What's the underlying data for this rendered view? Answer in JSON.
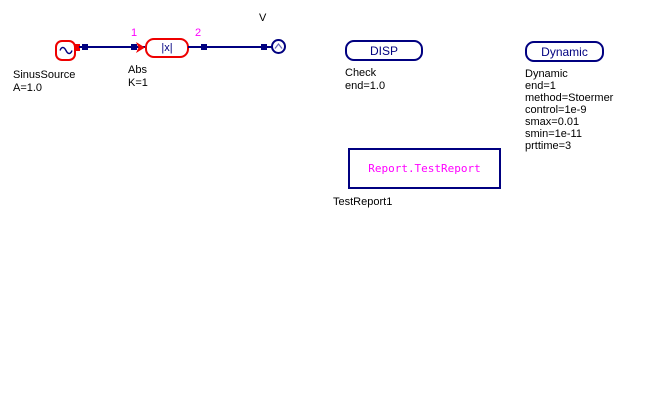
{
  "colors": {
    "background": "#ffffff",
    "component_red": "#ee0000",
    "wire_navy": "#000080",
    "pin_magenta": "#ff00ff",
    "label_black": "#000000",
    "probe_inner_blue": "#6868b8"
  },
  "components": {
    "source": {
      "label": "SinusSource",
      "param": "A=1.0"
    },
    "abs": {
      "symbol_text": "|x|",
      "label": "Abs",
      "param": "K=1",
      "input_pin": "1",
      "output_pin": "2"
    },
    "probe": {
      "label": "V"
    },
    "disp": {
      "box_text": "DISP",
      "label": "Check",
      "params": [
        "end=1.0"
      ]
    },
    "dynamic": {
      "box_text": "Dynamic",
      "label": "Dynamic",
      "params": [
        "end=1",
        "method=Stoermer",
        "control=1e-9",
        "smax=0.01",
        "smin=1e-11",
        "prttime=3"
      ]
    },
    "report": {
      "box_text": "Report.TestReport",
      "label": "TestReport1"
    }
  }
}
